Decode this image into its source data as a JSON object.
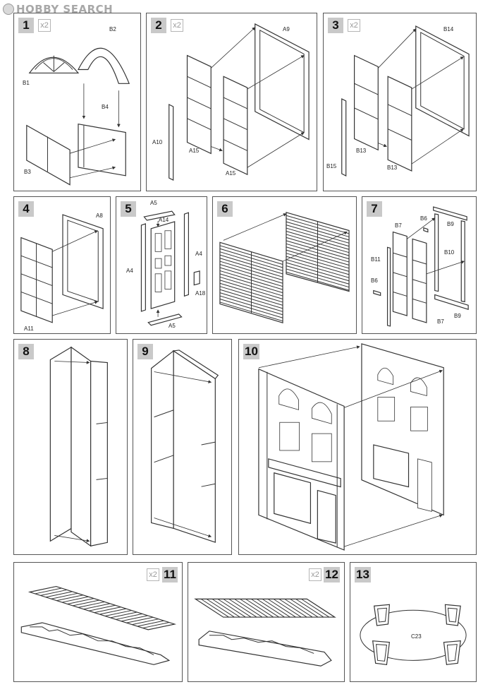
{
  "site": {
    "brand": "HOBBY SEARCH"
  },
  "steps": [
    {
      "number": "1",
      "multiplier": "x2",
      "labels": [
        "B2",
        "B1",
        "B4",
        "B3"
      ]
    },
    {
      "number": "2",
      "multiplier": "x2",
      "labels": [
        "A9",
        "A10",
        "A15",
        "A15"
      ]
    },
    {
      "number": "3",
      "multiplier": "x2",
      "labels": [
        "B14",
        "B15",
        "B13",
        "B13"
      ]
    },
    {
      "number": "4",
      "labels": [
        "A8",
        "A11"
      ]
    },
    {
      "number": "5",
      "labels": [
        "A5",
        "A14",
        "A4",
        "A4",
        "A18",
        "A5"
      ]
    },
    {
      "number": "6"
    },
    {
      "number": "7",
      "labels": [
        "B9",
        "B6",
        "B7",
        "B10",
        "B11",
        "B6",
        "B7",
        "B9"
      ]
    },
    {
      "number": "8"
    },
    {
      "number": "9"
    },
    {
      "number": "10"
    },
    {
      "number": "11",
      "multiplier": "x2"
    },
    {
      "number": "12",
      "multiplier": "x2"
    },
    {
      "number": "13",
      "labels": [
        "C23"
      ]
    }
  ]
}
